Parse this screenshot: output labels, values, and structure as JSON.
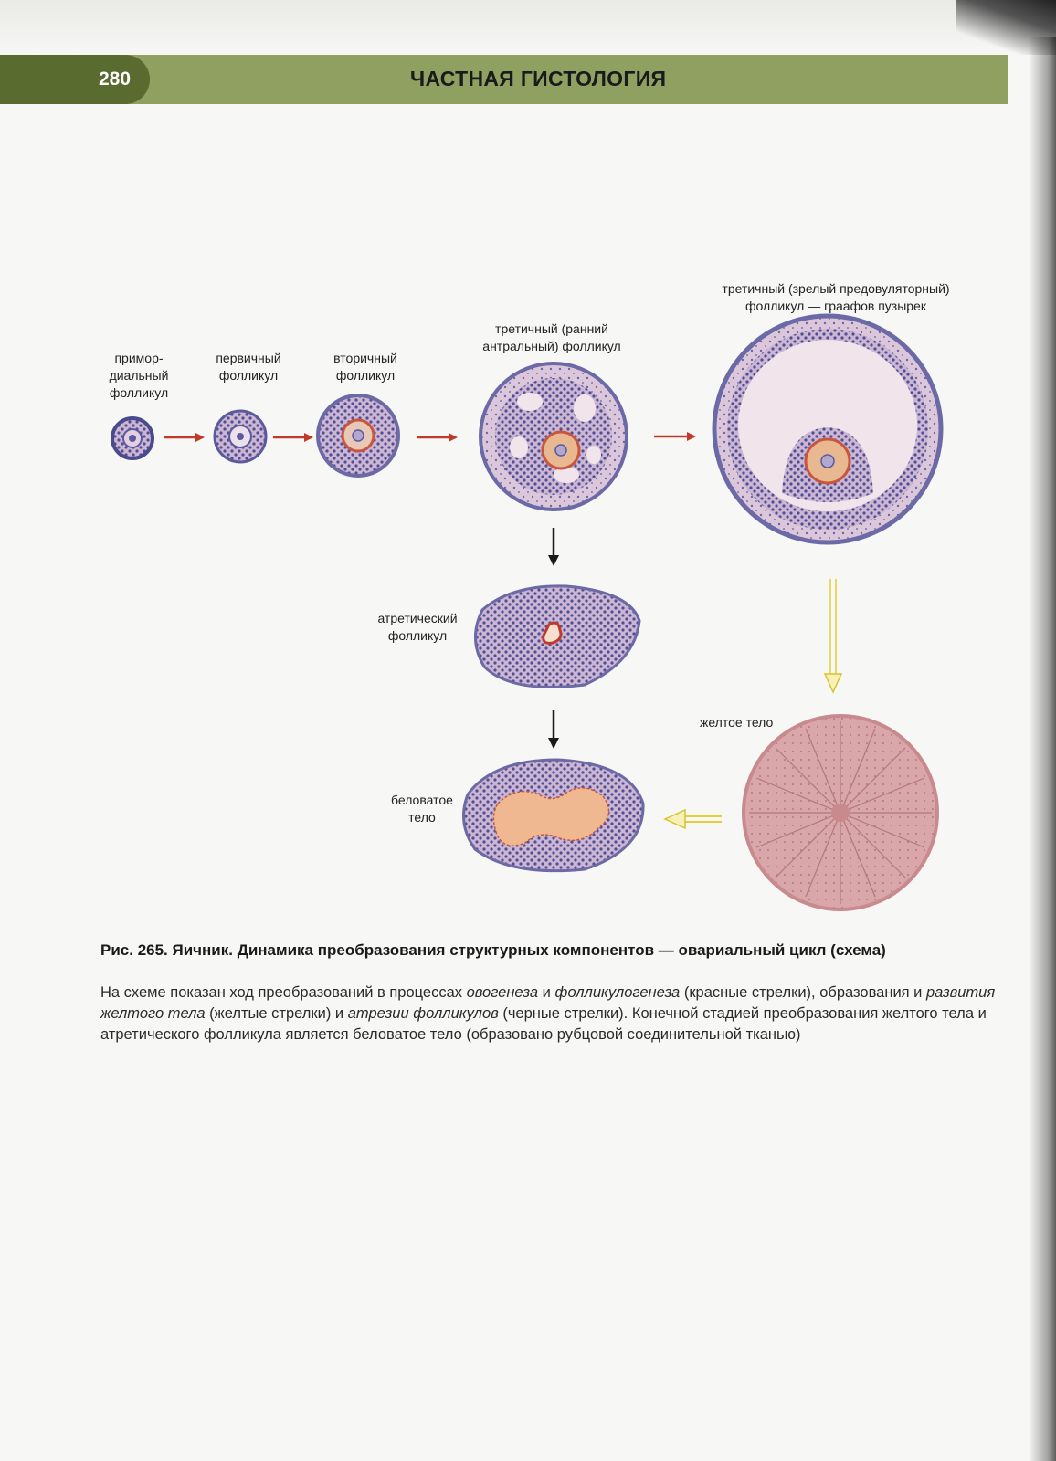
{
  "header": {
    "page_number": "280",
    "title": "ЧАСТНАЯ ГИСТОЛОГИЯ"
  },
  "figure": {
    "labels": {
      "primordial": [
        "примор-",
        "диальный",
        "фолликул"
      ],
      "primary": [
        "первичный",
        "фолликул"
      ],
      "secondary": [
        "вторичный",
        "фолликул"
      ],
      "tertiary_early": [
        "третичный (ранний",
        "антральный) фолликул"
      ],
      "tertiary_mature": [
        "третичный (зрелый предовуляторный)",
        "фолликул — граафов пузырек"
      ],
      "atretic": [
        "атретический",
        "фолликул"
      ],
      "corpus_luteum": "желтое тело",
      "corpus_albicans": [
        "беловатое",
        "тело"
      ]
    },
    "arrow_colors": {
      "red": "#c0392b",
      "yellow": "#e8d44a",
      "black": "#1a1a1a"
    },
    "tissue_colors": {
      "cells": "#5b5a9e",
      "stroma": "#d8c4d8",
      "oocyte": "#e8b890",
      "zona": "#c8553d",
      "antrum": "#f1e4ea",
      "luteum": "#d6a0a4",
      "albicans_scar": "#f0b890"
    }
  },
  "caption": {
    "title": "Рис. 265. Яичник. Динамика преобразования структурных компонентов — овариальный цикл (схема)",
    "body_parts": [
      {
        "text": "На схеме показан ход преобразований в процессах ",
        "italic": false
      },
      {
        "text": "овогенеза",
        "italic": true
      },
      {
        "text": " и ",
        "italic": false
      },
      {
        "text": "фолликулогенеза",
        "italic": true
      },
      {
        "text": " (красные стрелки), образования и ",
        "italic": false
      },
      {
        "text": "развития желтого тела",
        "italic": true
      },
      {
        "text": " (желтые стрелки) и ",
        "italic": false
      },
      {
        "text": "атрезии фолликулов",
        "italic": true
      },
      {
        "text": " (черные стрелки). Конечной стадией преобразования желтого тела и атретического фолликула является беловатое тело (образовано рубцовой соединительной тканью)",
        "italic": false
      }
    ]
  }
}
